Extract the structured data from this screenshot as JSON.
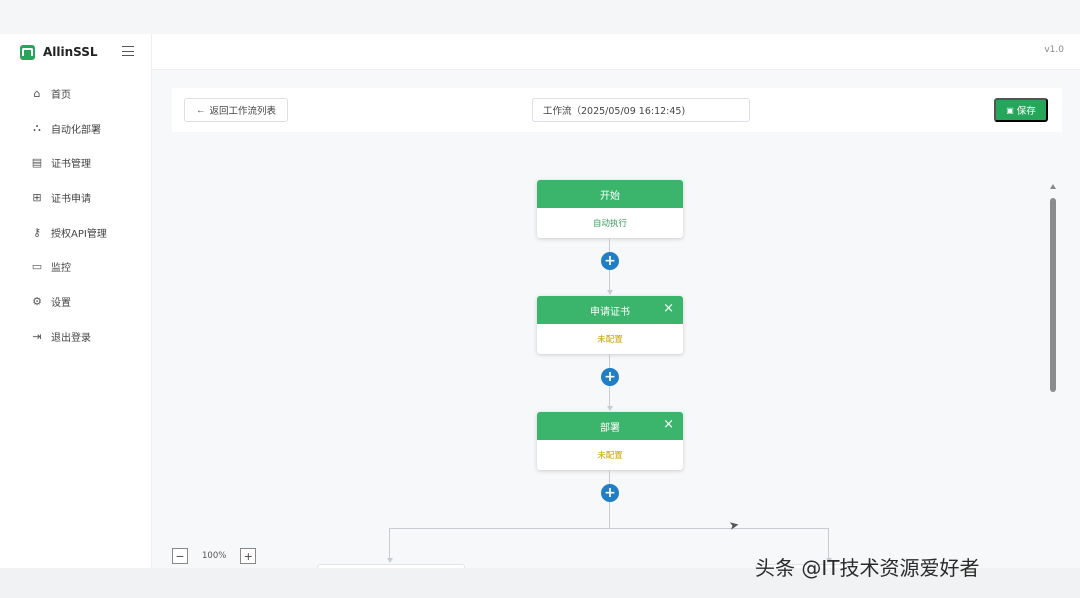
{
  "app": {
    "name": "AllinSSL",
    "version": "v1.0"
  },
  "sidebar": {
    "items": [
      {
        "icon": "home-icon",
        "glyph": "⌂",
        "label": "首页"
      },
      {
        "icon": "workflow-icon",
        "glyph": "⛬",
        "label": "自动化部署"
      },
      {
        "icon": "cert-manage-icon",
        "glyph": "▤",
        "label": "证书管理"
      },
      {
        "icon": "cert-apply-icon",
        "glyph": "⊞",
        "label": "证书申请"
      },
      {
        "icon": "api-key-icon",
        "glyph": "⚷",
        "label": "授权API管理"
      },
      {
        "icon": "monitor-icon",
        "glyph": "▭",
        "label": "监控"
      },
      {
        "icon": "settings-icon",
        "glyph": "⚙",
        "label": "设置"
      },
      {
        "icon": "logout-icon",
        "glyph": "⇥",
        "label": "退出登录"
      }
    ]
  },
  "toolbar": {
    "back_label": "返回工作流列表",
    "workflow_title": "工作流（2025/05/09 16:12:45)",
    "save_label": "保存"
  },
  "flow": {
    "nodes": [
      {
        "title": "开始",
        "status": "自动执行",
        "closable": false
      },
      {
        "title": "申请证书",
        "status": "未配置",
        "closable": true
      },
      {
        "title": "部署",
        "status": "未配置",
        "closable": true
      }
    ]
  },
  "zoom": {
    "level": "100%",
    "minus": "−",
    "plus": "+"
  },
  "watermark": "头条 @IT技术资源爱好者",
  "colors": {
    "accent": "#26a65b",
    "node_head": "#3bb46c",
    "add_button": "#1f7ec6",
    "warn_text": "#c8a000"
  }
}
